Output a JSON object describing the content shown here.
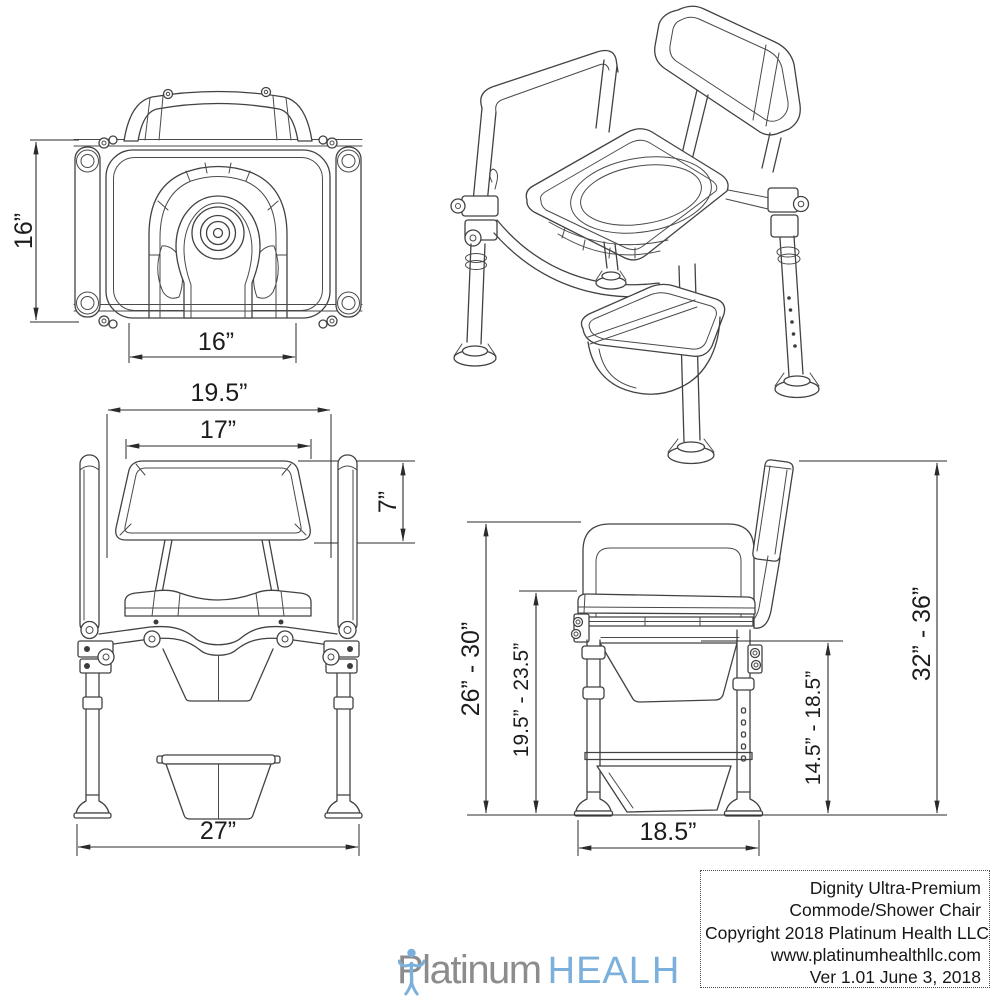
{
  "page": {
    "background": "#ffffff"
  },
  "drawing": {
    "line_color": "#424242",
    "dim_color": "#2b2b2b"
  },
  "dimensions": {
    "top_view": {
      "depth": "16”",
      "seat_width": "16”"
    },
    "front_view": {
      "overall_width": "19.5”",
      "backrest_width": "17”",
      "backrest_height": "7”",
      "base_width": "27”"
    },
    "side_view": {
      "armrest_height_range": "26” - 30”",
      "seat_height_range": "19.5” - 23.5”",
      "under_seat_clearance_range": "14.5” - 18.5”",
      "overall_height_range": "32” - 36”",
      "base_depth": "18.5”"
    }
  },
  "title_block": {
    "line1": "Dignity Ultra-Premium",
    "line2": "Commode/Shower Chair",
    "line3": "Copyright 2018 Platinum Health LLC",
    "line4": "www.platinumhealthllc.com",
    "line5": "Ver 1.01 June 3, 2018"
  },
  "logo": {
    "platinum": "Platinum",
    "heal": "HEAL",
    "h": "H",
    "gray": "#8c8c8c",
    "blue": "#7cb0dc"
  }
}
